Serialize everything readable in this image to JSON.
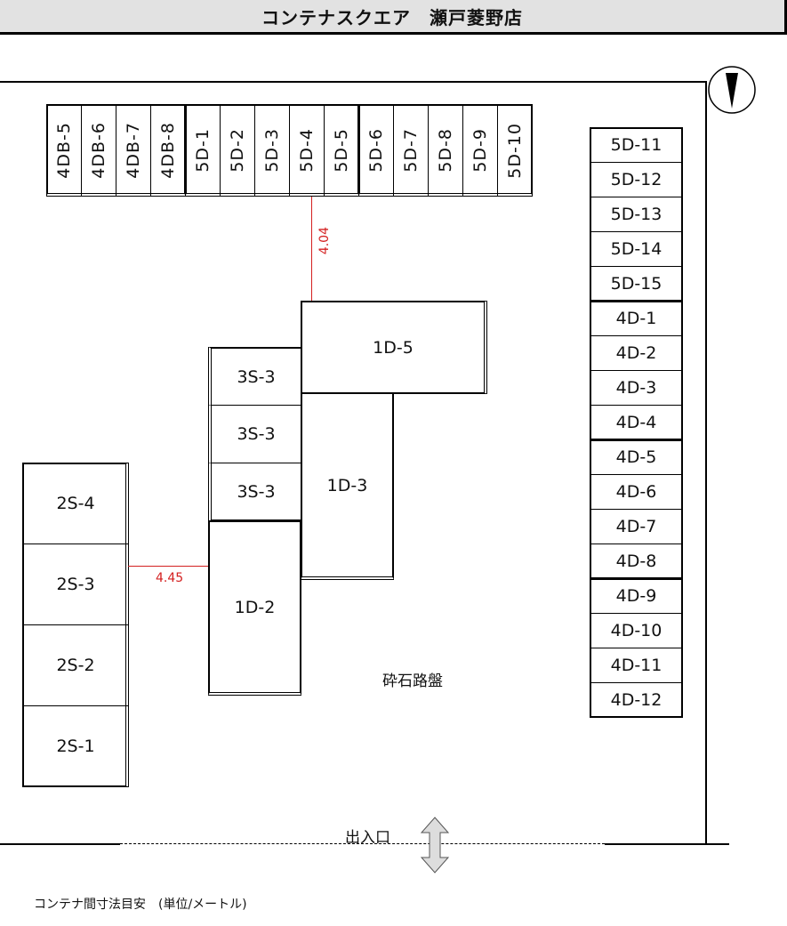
{
  "title": "コンテナスクエア　瀬戸菱野店",
  "top_row": [
    "4DB-5",
    "4DB-6",
    "4DB-7",
    "4DB-8",
    "5D-1",
    "5D-2",
    "5D-3",
    "5D-4",
    "5D-5",
    "5D-6",
    "5D-7",
    "5D-8",
    "5D-9",
    "5D-10"
  ],
  "right_column": [
    "5D-11",
    "5D-12",
    "5D-13",
    "5D-14",
    "5D-15",
    "4D-1",
    "4D-2",
    "4D-3",
    "4D-4",
    "4D-5",
    "4D-6",
    "4D-7",
    "4D-8",
    "4D-9",
    "4D-10",
    "4D-11",
    "4D-12"
  ],
  "left_column": [
    "2S-4",
    "2S-3",
    "2S-2",
    "2S-1"
  ],
  "center": {
    "unit_1d5": "1D-5",
    "unit_1d3": "1D-3",
    "unit_1d2": "1D-2",
    "units_3s": [
      "3S-3",
      "3S-3",
      "3S-3"
    ]
  },
  "dimensions": {
    "top_gap": "4.04",
    "left_gap": "4.45"
  },
  "ground_label": "砕石路盤",
  "entrance_label": "出入口",
  "footer_note": "コンテナ間寸法目安　(単位/メートル)",
  "north_icon": "north-arrow-icon",
  "colors": {
    "dimension": "#d42020",
    "title_bg": "#e2e2e2"
  }
}
